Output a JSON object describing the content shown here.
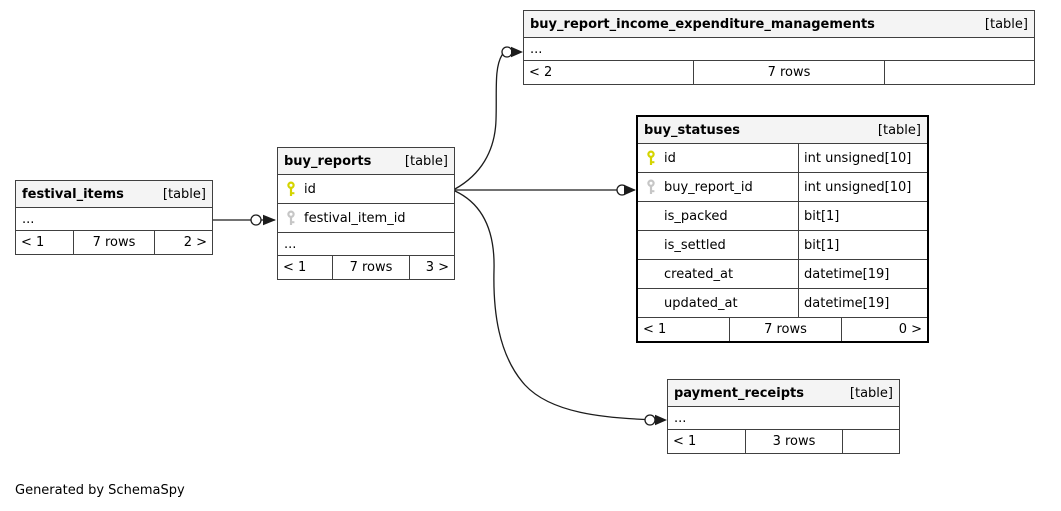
{
  "footer_note": "Generated by SchemaSpy",
  "colors": {
    "primary_key_icon": "#d4d400",
    "foreign_key_icon": "#c6c6c6",
    "header_bg": "#f4f4f4",
    "table_border": "#404040",
    "highlight_table_border": "#000000",
    "relationship_line": "#1c1c1c"
  },
  "tables": {
    "festival_items": {
      "name": "festival_items",
      "tag": "[table]",
      "collapsed": "...",
      "footer": {
        "parents": "< 1",
        "rows": "7 rows",
        "children": "2 >"
      }
    },
    "buy_reports": {
      "name": "buy_reports",
      "tag": "[table]",
      "collapsed": "...",
      "columns": [
        {
          "name": "id"
        },
        {
          "name": "festival_item_id"
        }
      ],
      "footer": {
        "parents": "< 1",
        "rows": "7 rows",
        "children": "3 >"
      }
    },
    "buy_report_income_expenditure_managements": {
      "name": "buy_report_income_expenditure_managements",
      "tag": "[table]",
      "collapsed": "...",
      "footer": {
        "parents": "< 2",
        "rows": "7 rows",
        "children": ""
      }
    },
    "buy_statuses": {
      "name": "buy_statuses",
      "tag": "[table]",
      "columns": [
        {
          "name": "id",
          "type": "int unsigned[10]"
        },
        {
          "name": "buy_report_id",
          "type": "int unsigned[10]"
        },
        {
          "name": "is_packed",
          "type": "bit[1]"
        },
        {
          "name": "is_settled",
          "type": "bit[1]"
        },
        {
          "name": "created_at",
          "type": "datetime[19]"
        },
        {
          "name": "updated_at",
          "type": "datetime[19]"
        }
      ],
      "footer": {
        "parents": "< 1",
        "rows": "7 rows",
        "children": "0 >"
      }
    },
    "payment_receipts": {
      "name": "payment_receipts",
      "tag": "[table]",
      "collapsed": "...",
      "footer": {
        "parents": "< 1",
        "rows": "3 rows",
        "children": ""
      }
    }
  }
}
